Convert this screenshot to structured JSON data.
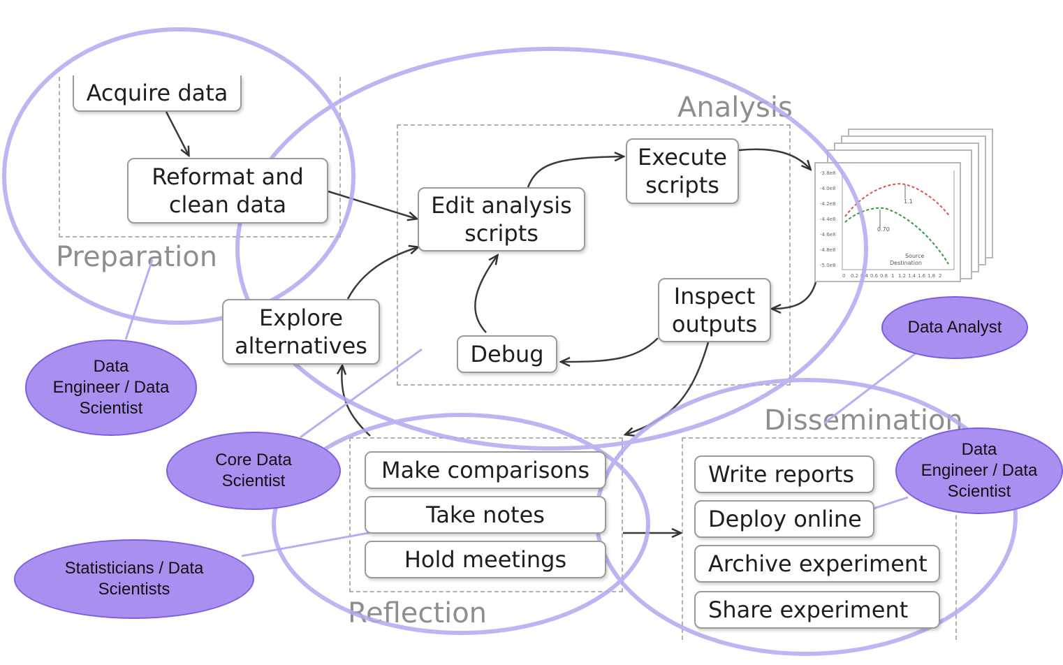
{
  "regions": {
    "preparation": "Preparation",
    "analysis": "Analysis",
    "reflection": "Reflection",
    "dissemination": "Dissemination"
  },
  "steps": {
    "acquire": "Acquire data",
    "reformat": "Reformat and\nclean data",
    "edit": "Edit analysis\nscripts",
    "execute": "Execute\nscripts",
    "inspect": "Inspect\noutputs",
    "debug": "Debug",
    "explore": "Explore\nalternatives"
  },
  "reflection_items": [
    "Make comparisons",
    "Take notes",
    "Hold meetings"
  ],
  "dissemination_items": [
    "Write reports",
    "Deploy online",
    "Archive experiment",
    "Share experiment"
  ],
  "roles": {
    "data_engineer_left": "Data\nEngineer / Data\nScientist",
    "core_data_scientist": "Core Data\nScientist",
    "statisticians": "Statisticians / Data\nScientists",
    "data_analyst": "Data Analyst",
    "data_engineer_right": "Data\nEngineer / Data\nScientist"
  },
  "plot": {
    "y_ticks": [
      "-3.8e8",
      "-4.0e8",
      "-4.2e8",
      "-4.4e8",
      "-4.6e8",
      "-4.8e8",
      "-5.0e8"
    ],
    "x_ticks": [
      "0",
      "0.2",
      "0.4",
      "0.6",
      "0.8",
      "1",
      "1.2",
      "1.4",
      "1.6",
      "1.8",
      "2"
    ],
    "legend": [
      "Source",
      "Destination"
    ],
    "marker_labels": [
      "1.1",
      "0.70"
    ]
  },
  "colors": {
    "role_fill": "#a98ff0",
    "role_stroke": "#7a5fe0",
    "overlay_ring": "#b4a8f0",
    "series_red": "#e05050",
    "series_green": "#2e9a3e"
  }
}
